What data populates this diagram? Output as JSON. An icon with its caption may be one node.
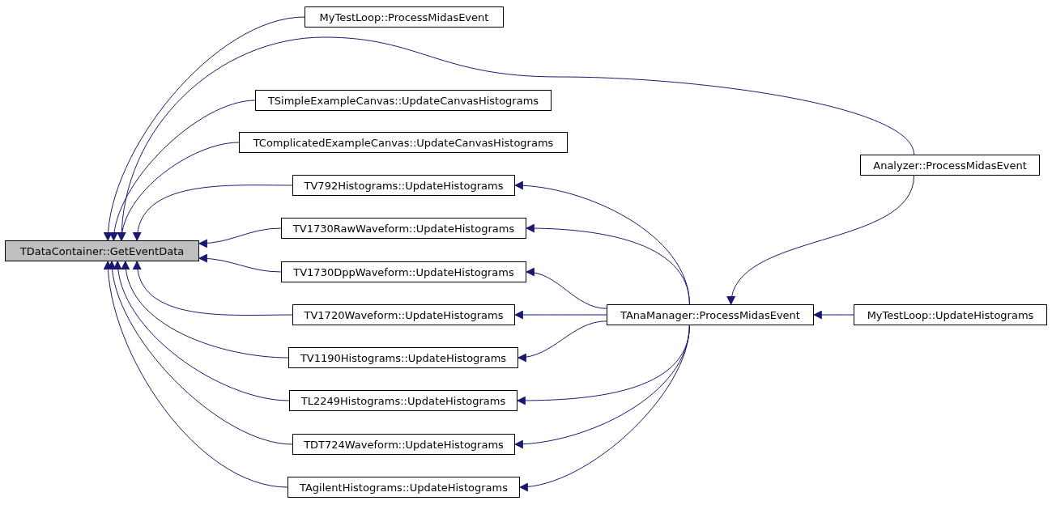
{
  "diagram": {
    "nodes": [
      {
        "text": [
          "TDataContainer::GetEventData"
        ]
      },
      {
        "text": [
          "MyTestLoop::ProcessMidasEvent"
        ]
      },
      {
        "text": [
          "TSimpleExampleCanvas::UpdateCanvasHistograms"
        ]
      },
      {
        "text": [
          "TComplicatedExampleCanvas::UpdateCanvasHistograms"
        ]
      },
      {
        "text": [
          "TV792Histograms::UpdateHistograms"
        ]
      },
      {
        "text": [
          "TV1730RawWaveform::UpdateHistograms"
        ]
      },
      {
        "text": [
          "TV1730DppWaveform::UpdateHistograms"
        ]
      },
      {
        "text": [
          "TV1720Waveform::UpdateHistograms"
        ]
      },
      {
        "text": [
          "TV1190Histograms::UpdateHistograms"
        ]
      },
      {
        "text": [
          "TL2249Histograms::UpdateHistograms"
        ]
      },
      {
        "text": [
          "TDT724Waveform::UpdateHistograms"
        ]
      },
      {
        "text": [
          "TAgilentHistograms::UpdateHistograms"
        ]
      },
      {
        "text": [
          "Analyzer::ProcessMidasEvent"
        ]
      },
      {
        "text": [
          "TAnaManager::ProcessMidasEvent"
        ]
      },
      {
        "text": [
          "MyTestLoop::UpdateHistograms"
        ]
      }
    ],
    "edges": [
      {
        "from": 1,
        "to": 0,
        "arrow": "to"
      },
      {
        "from": 12,
        "to": 0,
        "arrow": "to"
      },
      {
        "from": 2,
        "to": 0,
        "arrow": "to"
      },
      {
        "from": 3,
        "to": 0,
        "arrow": "to"
      },
      {
        "from": 4,
        "to": 0,
        "arrow": "to"
      },
      {
        "from": 5,
        "to": 0,
        "arrow": "to"
      },
      {
        "from": 6,
        "to": 0,
        "arrow": "to"
      },
      {
        "from": 7,
        "to": 0,
        "arrow": "to"
      },
      {
        "from": 8,
        "to": 0,
        "arrow": "to"
      },
      {
        "from": 9,
        "to": 0,
        "arrow": "to"
      },
      {
        "from": 10,
        "to": 0,
        "arrow": "to"
      },
      {
        "from": 11,
        "to": 0,
        "arrow": "to"
      },
      {
        "from": 13,
        "to": 4,
        "arrow": "to"
      },
      {
        "from": 13,
        "to": 5,
        "arrow": "to"
      },
      {
        "from": 13,
        "to": 6,
        "arrow": "to"
      },
      {
        "from": 13,
        "to": 7,
        "arrow": "to"
      },
      {
        "from": 13,
        "to": 8,
        "arrow": "to"
      },
      {
        "from": 13,
        "to": 9,
        "arrow": "to"
      },
      {
        "from": 13,
        "to": 10,
        "arrow": "to"
      },
      {
        "from": 13,
        "to": 11,
        "arrow": "to"
      },
      {
        "from": 12,
        "to": 13,
        "arrow": "to"
      },
      {
        "from": 14,
        "to": 13,
        "arrow": "to"
      }
    ]
  }
}
